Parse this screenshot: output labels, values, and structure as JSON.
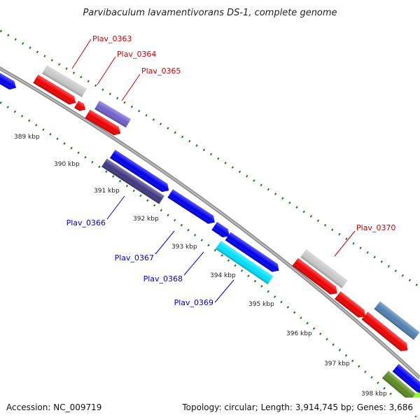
{
  "title": "Parvibaculum lavamentivorans DS-1, complete genome",
  "footer": {
    "accession": "Accession: NC_009719",
    "summary": "Topology: circular; Length: 3,914,745 bp; Genes: 3,686"
  },
  "tick_labels": [
    "389 kbp",
    "390 kbp",
    "391 kbp",
    "392 kbp",
    "393 kbp",
    "394 kbp",
    "395 kbp",
    "396 kbp",
    "397 kbp",
    "398 kbp"
  ],
  "gene_labels": {
    "forward": [
      "Plav_0363",
      "Plav_0364",
      "Plav_0365",
      "Plav_0370"
    ],
    "reverse": [
      "Plav_0366",
      "Plav_0367",
      "Plav_0368",
      "Plav_0369"
    ]
  },
  "colors": {
    "forward_label": "#cc0000",
    "reverse_label": "#0000cc",
    "backbone": "#888888",
    "tick": "#1a7a1a",
    "red_gene": "#ee0000",
    "blue_gene": "#0000ee",
    "grey_gene": "#c8c8c8",
    "slate_gene": "#7060cc",
    "navy_gene": "#403880",
    "cyan_gene": "#00e0ff",
    "steel_gene": "#5080b0",
    "olive_gene": "#5a8a20",
    "lime_gene": "#90ff30"
  }
}
